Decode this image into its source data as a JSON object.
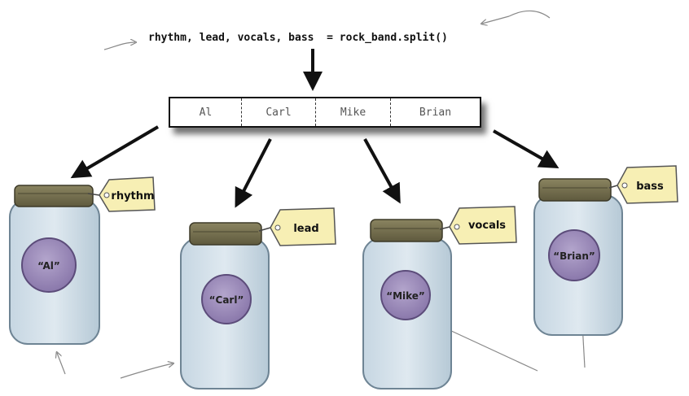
{
  "code": {
    "statement": "rhythm, lead, vocals, bass  = rock_band.split()"
  },
  "list_items": [
    "Al",
    "Carl",
    "Mike",
    "Brian"
  ],
  "jars": [
    {
      "tag": "rhythm",
      "value": "“Al”"
    },
    {
      "tag": "lead",
      "value": "“Carl”"
    },
    {
      "tag": "vocals",
      "value": "“Mike”"
    },
    {
      "tag": "bass",
      "value": "“Brian”"
    }
  ]
}
